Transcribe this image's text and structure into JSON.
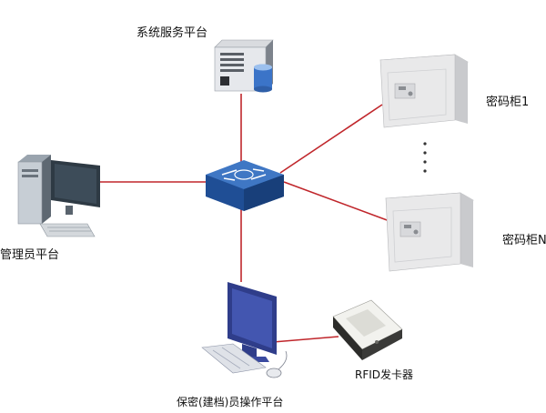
{
  "nodes": {
    "server": {
      "label": "系统服务平台"
    },
    "cabinet_1": {
      "label": "密码柜1"
    },
    "cabinet_n": {
      "label": "密码柜N"
    },
    "admin": {
      "label": "管理员平台"
    },
    "operator": {
      "label": "保密(建档)员操作平台"
    },
    "rfid": {
      "label": "RFID发卡器"
    }
  },
  "colors": {
    "link": "#c0262b",
    "switch_top": "#3f77c4",
    "switch_side": "#1f4e95",
    "cabinet": "#e9e9ea",
    "monitor": "#2f3d8a"
  }
}
